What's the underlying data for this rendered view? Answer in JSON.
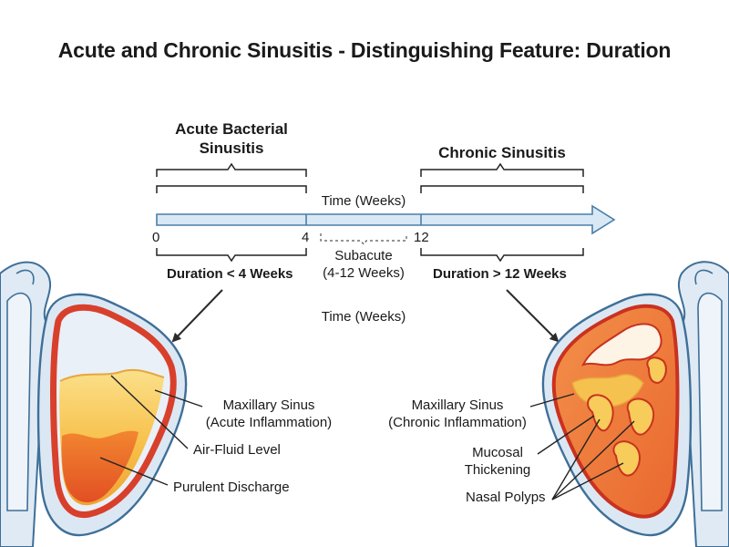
{
  "title": "Acute and Chronic Sinusitis - Distinguishing Feature: Duration",
  "timeline": {
    "acute_heading": [
      "Acute Bacterial",
      "Sinusitis"
    ],
    "chronic_heading": "Chronic Sinusitis",
    "axis_label_top": "Time (Weeks)",
    "axis_label_mid": "Time (Weeks)",
    "ticks": [
      "0",
      "4",
      "12"
    ],
    "subacute": [
      "Subacute",
      "(4-12 Weeks)"
    ],
    "acute_duration": "Duration < 4 Weeks",
    "chronic_duration": "Duration > 12 Weeks"
  },
  "acute_panel": {
    "sinus_label": [
      "Maxillary Sinus",
      "(Acute Inflammation)"
    ],
    "air_fluid": "Air-Fluid Level",
    "discharge": "Purulent Discharge"
  },
  "chronic_panel": {
    "sinus_label": [
      "Maxillary Sinus",
      "(Chronic Inflammation)"
    ],
    "mucosal": [
      "Mucosal",
      "Thickening"
    ],
    "polyps": "Nasal Polyps"
  },
  "colors": {
    "bar_fill": "#d9e8f5",
    "bar_stroke": "#4a7fa8",
    "bone": "#dfeaf4",
    "mucosa_red": "#d8402c",
    "fluid_yellow": "#f6c24f",
    "pus_orange": "#e8612a"
  }
}
